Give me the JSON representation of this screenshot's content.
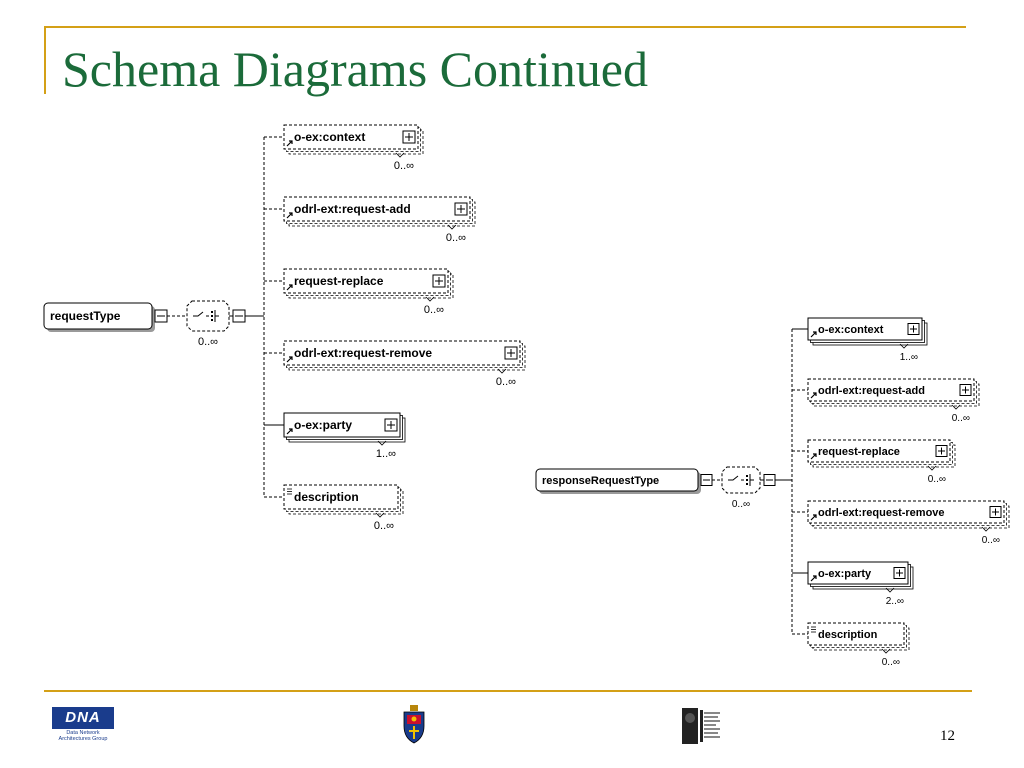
{
  "slide": {
    "title": "Schema Diagrams Continued",
    "page_number": "12"
  },
  "logos": {
    "dna_mark": "DNA",
    "dna_caption_1": "Data Network",
    "dna_caption_2": "Architectures Group"
  },
  "diagram_left": {
    "root": "requestType",
    "sequence_cardinality": "0..∞",
    "children": [
      {
        "label": "o-ex:context",
        "cardinality": "0..∞",
        "optional": true
      },
      {
        "label": "odrl-ext:request-add",
        "cardinality": "0..∞",
        "optional": true
      },
      {
        "label": "request-replace",
        "cardinality": "0..∞",
        "optional": true
      },
      {
        "label": "odrl-ext:request-remove",
        "cardinality": "0..∞",
        "optional": true
      },
      {
        "label": "o-ex:party",
        "cardinality": "1..∞",
        "optional": false
      },
      {
        "label": "description",
        "cardinality": "0..∞",
        "optional": true
      }
    ]
  },
  "diagram_right": {
    "root": "responseRequestType",
    "sequence_cardinality": "0..∞",
    "children": [
      {
        "label": "o-ex:context",
        "cardinality": "1..∞",
        "optional": false
      },
      {
        "label": "odrl-ext:request-add",
        "cardinality": "0..∞",
        "optional": true
      },
      {
        "label": "request-replace",
        "cardinality": "0..∞",
        "optional": true
      },
      {
        "label": "odrl-ext:request-remove",
        "cardinality": "0..∞",
        "optional": true
      },
      {
        "label": "o-ex:party",
        "cardinality": "2..∞",
        "optional": false
      },
      {
        "label": "description",
        "cardinality": "0..∞",
        "optional": true
      }
    ]
  },
  "colors": {
    "title": "#1b6b3a",
    "accent_rule": "#d4a017",
    "dna_blue": "#1a3c8c"
  }
}
